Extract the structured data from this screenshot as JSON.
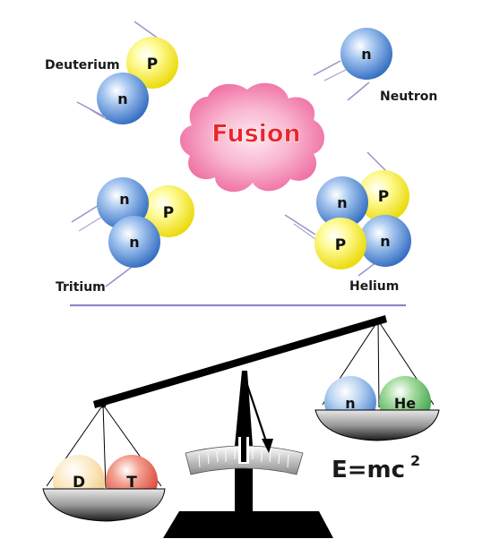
{
  "labels": {
    "deuterium": "Deuterium",
    "neutron": "Neutron",
    "fusion": "Fusion",
    "tritium": "Tritium",
    "helium": "Helium",
    "proton": "P",
    "neutron_symbol": "n",
    "deuterium_symbol": "D",
    "tritium_symbol": "T",
    "helium_symbol": "He",
    "equation_base": "E=mc",
    "equation_exp": "2"
  },
  "colors": {
    "proton": "#f7f24a",
    "neutron": "#3f7fd0",
    "fusion_cloud": "#f06aa0",
    "fusion_text": "#e8262e",
    "divider": "#8f86c8",
    "deuterium_ball": "#f7d79a",
    "tritium_ball": "#e24a3e",
    "helium_ball": "#3da54a",
    "scale": "#000000"
  },
  "icons": {
    "fusion": "cloud-burst",
    "scale": "balance-scale",
    "particle": "sphere"
  }
}
